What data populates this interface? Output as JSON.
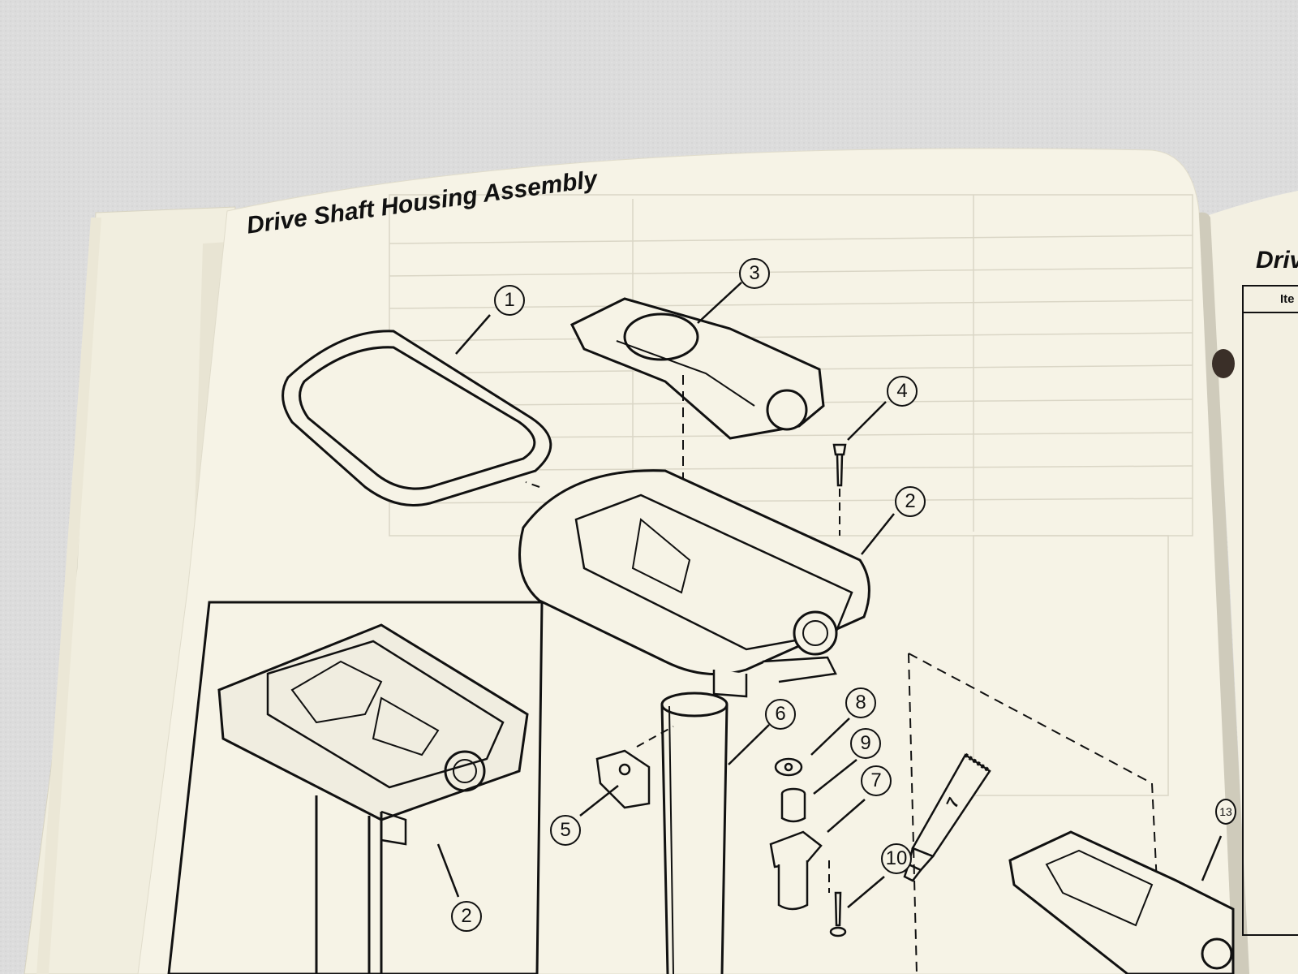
{
  "page": {
    "title": "Drive Shaft Housing Assembly",
    "facing_page_title_fragment": "Driv",
    "facing_page_column_fragment": "Ite"
  },
  "callouts": [
    {
      "id": "c1",
      "label": "1"
    },
    {
      "id": "c3",
      "label": "3"
    },
    {
      "id": "c4",
      "label": "4"
    },
    {
      "id": "c2a",
      "label": "2"
    },
    {
      "id": "c6",
      "label": "6"
    },
    {
      "id": "c8",
      "label": "8"
    },
    {
      "id": "c9",
      "label": "9"
    },
    {
      "id": "c7a",
      "label": "7"
    },
    {
      "id": "c5",
      "label": "5"
    },
    {
      "id": "c10",
      "label": "10"
    },
    {
      "id": "c2b",
      "label": "2"
    },
    {
      "id": "c13",
      "label": "13"
    }
  ],
  "tube_label": "7",
  "colors": {
    "paper": "#f6f3e6",
    "ink": "#111111",
    "background": "#dcdcdc"
  }
}
